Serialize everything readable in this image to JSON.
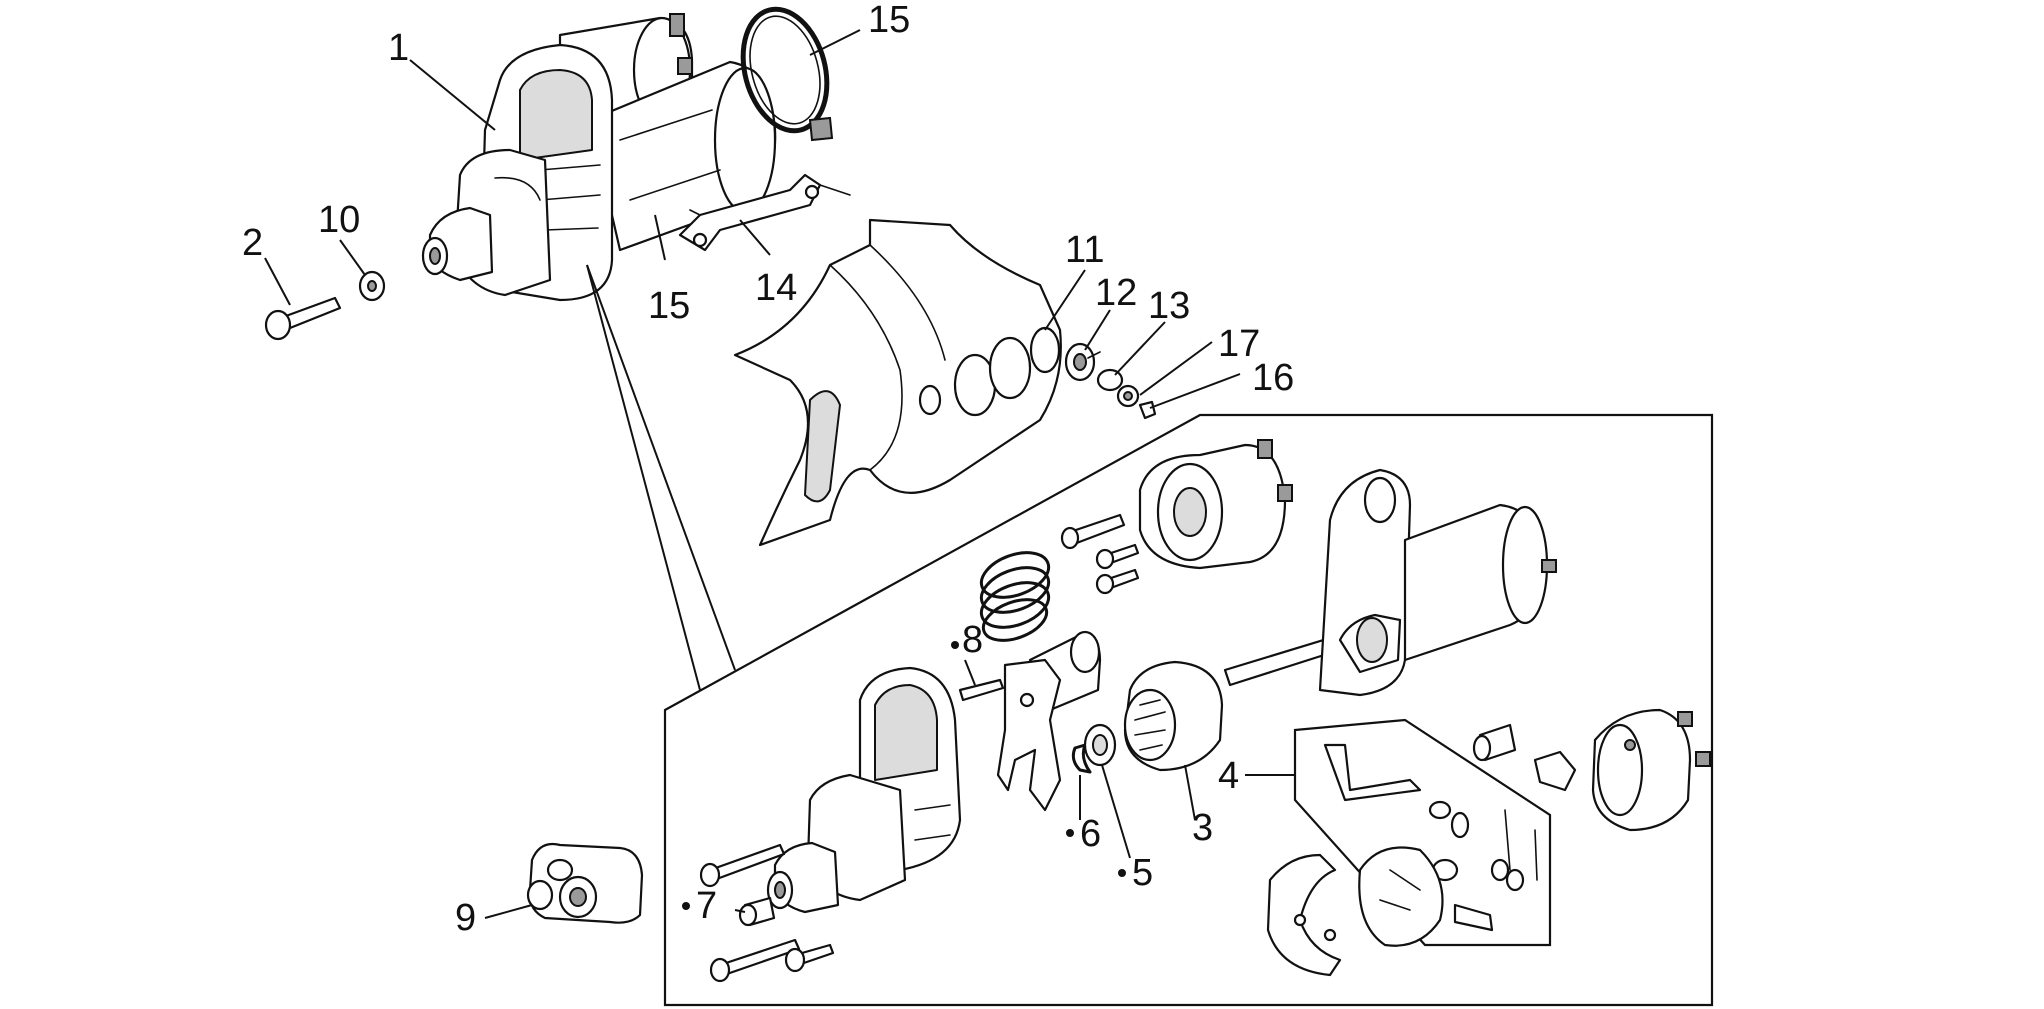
{
  "callouts": [
    {
      "id": "1",
      "text": "1"
    },
    {
      "id": "2",
      "text": "2"
    },
    {
      "id": "3",
      "text": "3"
    },
    {
      "id": "4",
      "text": "4"
    },
    {
      "id": "5",
      "text": "5"
    },
    {
      "id": "6",
      "text": "6"
    },
    {
      "id": "7",
      "text": "7"
    },
    {
      "id": "8",
      "text": "8"
    },
    {
      "id": "9",
      "text": "9"
    },
    {
      "id": "10",
      "text": "10"
    },
    {
      "id": "11",
      "text": "11"
    },
    {
      "id": "12",
      "text": "12"
    },
    {
      "id": "13",
      "text": "13"
    },
    {
      "id": "14",
      "text": "14"
    },
    {
      "id": "15a",
      "text": "15"
    },
    {
      "id": "15b",
      "text": "15"
    },
    {
      "id": "16",
      "text": "16"
    },
    {
      "id": "17",
      "text": "17"
    }
  ]
}
